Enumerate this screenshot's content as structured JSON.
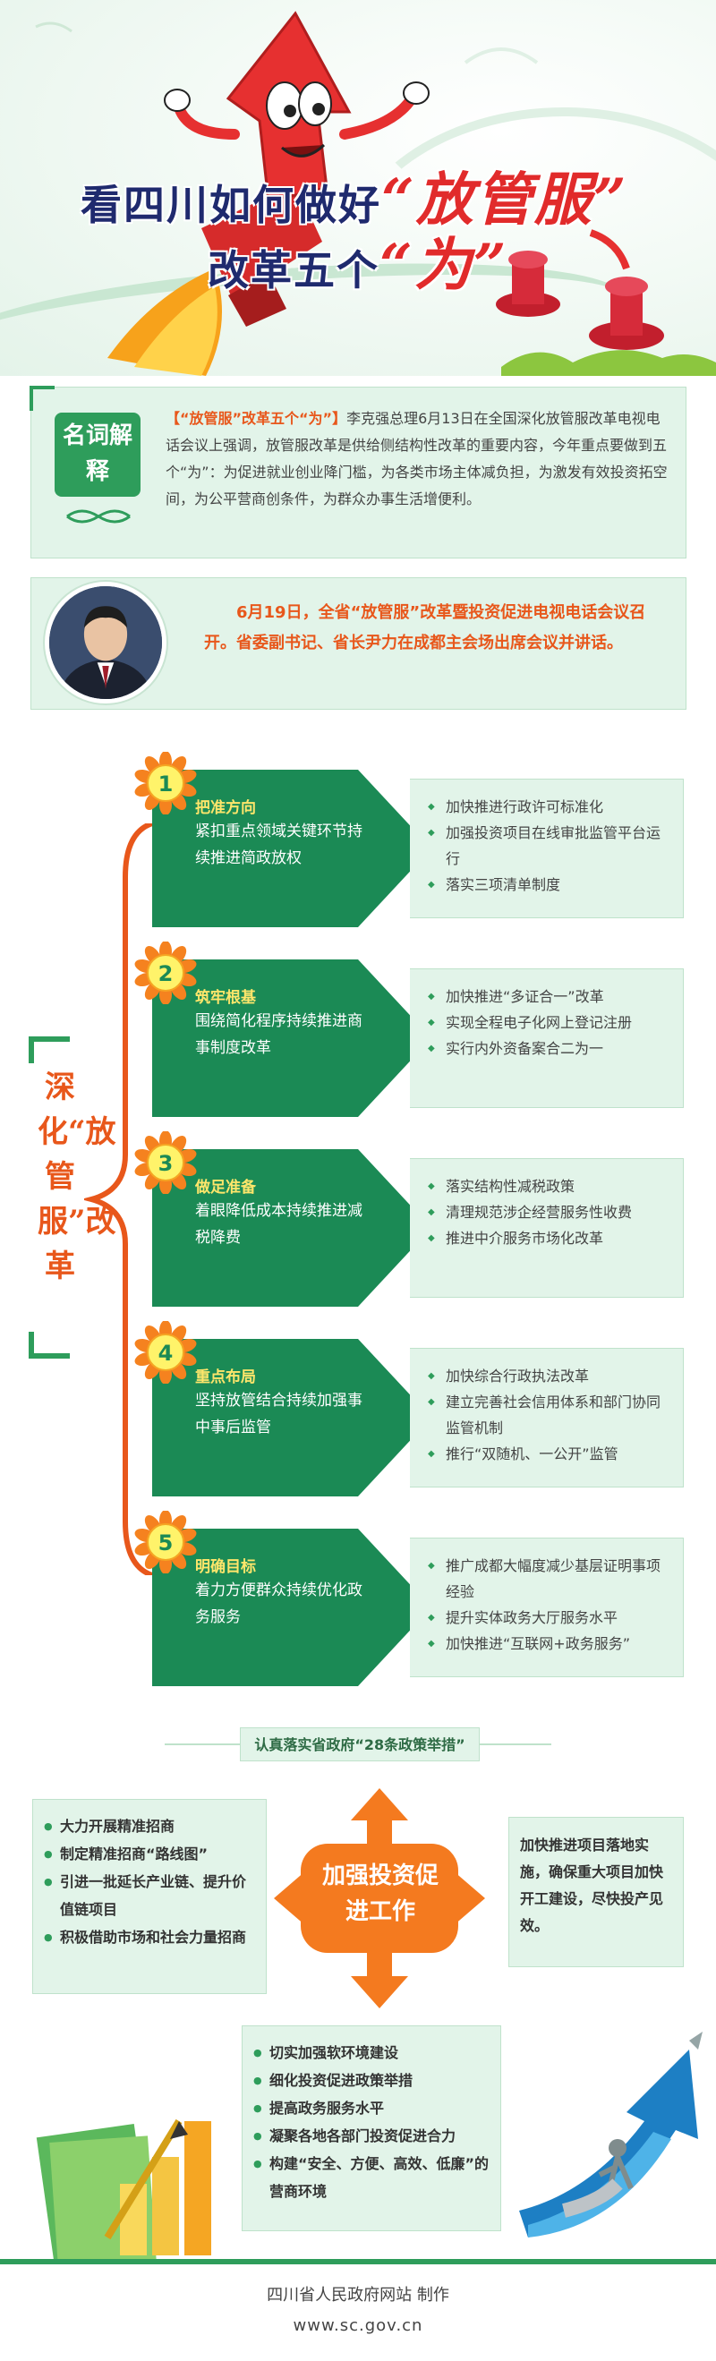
{
  "header": {
    "title_line1_prefix": "看四川如何做好",
    "title_line1_accent": "“放管服”",
    "title_line2_prefix": "改革五个",
    "title_line2_accent": "“为”"
  },
  "definition": {
    "badge": "名词解释",
    "highlight": "【“放管服”改革五个“为”】",
    "text": "李克强总理6月13日在全国深化放管服改革电视电话会议上强调，放管服改革是供给侧结构性改革的重要内容，今年重点要做到五个“为”：为促进就业创业降门槛，为各类市场主体减负担，为激发有效投资拓空间，为公平营商创条件，为群众办事生活增便利。"
  },
  "meeting": {
    "text": "6月19日，全省“放管服”改革暨投资促进电视电话会议召开。省委副书记、省长尹力在成都主会场出席会议并讲话。"
  },
  "reform": {
    "side_title": "深化“放管服”改革",
    "steps": [
      {
        "num": "1",
        "title": "把准方向",
        "desc": "紧扣重点领域关键环节持续推进简政放权",
        "bullets": [
          "加快推进行政许可标准化",
          "加强投资项目在线审批监管平台运行",
          "落实三项清单制度"
        ]
      },
      {
        "num": "2",
        "title": "筑牢根基",
        "desc": "围绕简化程序持续推进商事制度改革",
        "bullets": [
          "加快推进“多证合一”改革",
          "实现全程电子化网上登记注册",
          "实行内外资备案合二为一"
        ]
      },
      {
        "num": "3",
        "title": "做足准备",
        "desc": "着眼降低成本持续推进减税降费",
        "bullets": [
          "落实结构性减税政策",
          "清理规范涉企经营服务性收费",
          "推进中介服务市场化改革"
        ]
      },
      {
        "num": "4",
        "title": "重点布局",
        "desc": "坚持放管结合持续加强事中事后监管",
        "bullets": [
          "加快综合行政执法改革",
          "建立完善社会信用体系和部门协同监管机制",
          "推行“双随机、一公开”监管"
        ]
      },
      {
        "num": "5",
        "title": "明确目标",
        "desc": "着力方便群众持续优化政务服务",
        "bullets": [
          "推广成都大幅度减少基层证明事项经验",
          "提升实体政务大厅服务水平",
          "加快推进“互联网+政务服务”"
        ]
      }
    ]
  },
  "policy": {
    "bar": "认真落实省政府“28条政策举措”",
    "center": "加强投资促进工作",
    "left": [
      "大力开展精准招商",
      "制定精准招商“路线图”",
      "引进一批延长产业链、提升价值链项目",
      "积极借助市场和社会力量招商"
    ],
    "right": "加快推进项目落地实施，确保重大项目加快开工建设，尽快投产见效。",
    "bottom": [
      "切实加强软环境建设",
      "细化投资促进政策举措",
      "提高政务服务水平",
      "凝聚各地各部门投资促进合力",
      "构建“安全、方便、高效、低廉”的营商环境"
    ]
  },
  "footer": {
    "producer": "四川省人民政府网站  制作",
    "url": "www.sc.gov.cn"
  },
  "colors": {
    "green": "#2e9d5b",
    "dark_green": "#1b8a55",
    "orange": "#e8571b",
    "light_green_bg": "#e2f4e9",
    "navy": "#1f2a6e",
    "red": "#e12b2b"
  }
}
